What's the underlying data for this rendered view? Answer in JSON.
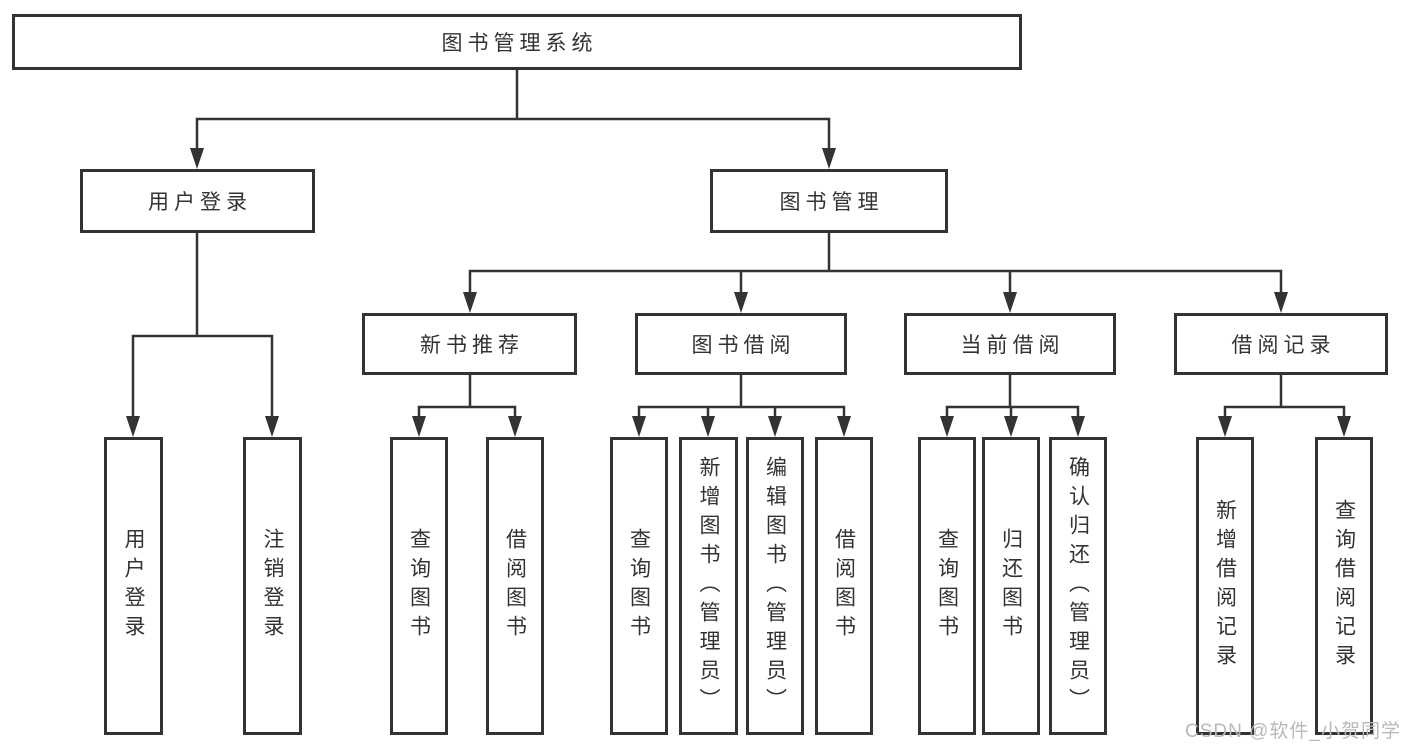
{
  "diagram": {
    "type": "hierarchy-tree",
    "watermark": "CSDN @软件_小贺同学",
    "colors": {
      "line": "#333333",
      "text": "#333333",
      "box_fill": "#ffffff",
      "background": "#ffffff",
      "watermark": "#b9b9b9"
    },
    "tree": {
      "label": "图书管理系统",
      "children": [
        {
          "label": "用户登录",
          "children": [
            {
              "label": "用户登录"
            },
            {
              "label": "注销登录"
            }
          ]
        },
        {
          "label": "图书管理",
          "children": [
            {
              "label": "新书推荐",
              "children": [
                {
                  "label": "查询图书"
                },
                {
                  "label": "借阅图书"
                }
              ]
            },
            {
              "label": "图书借阅",
              "children": [
                {
                  "label": "查询图书"
                },
                {
                  "label": "新增图书（管理员）"
                },
                {
                  "label": "编辑图书（管理员）"
                },
                {
                  "label": "借阅图书"
                }
              ]
            },
            {
              "label": "当前借阅",
              "children": [
                {
                  "label": "查询图书"
                },
                {
                  "label": "归还图书"
                },
                {
                  "label": "确认归还（管理员）"
                }
              ]
            },
            {
              "label": "借阅记录",
              "children": [
                {
                  "label": "新增借阅记录"
                },
                {
                  "label": "查询借阅记录"
                }
              ]
            }
          ]
        }
      ]
    }
  }
}
